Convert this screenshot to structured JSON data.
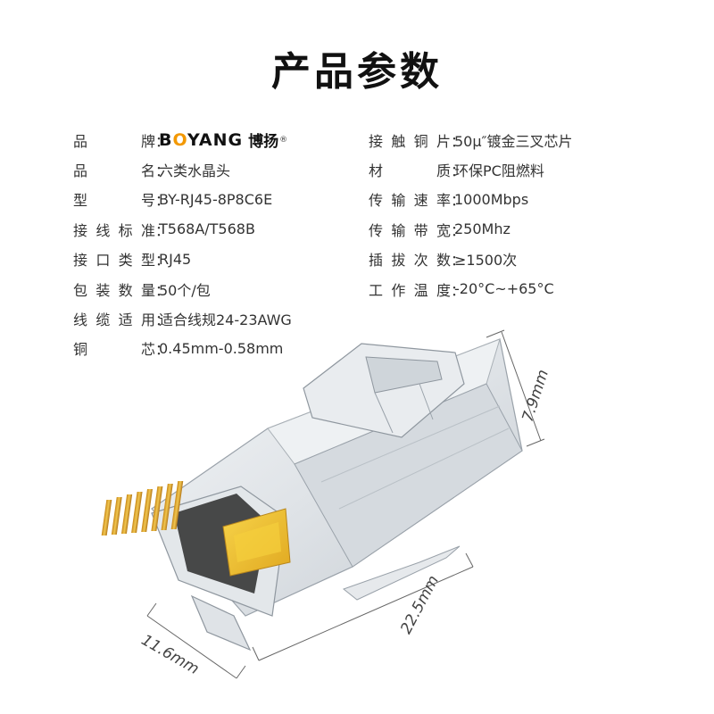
{
  "title": "产品参数",
  "brand": {
    "en_b": "B",
    "en_o": "O",
    "en_rest": "YANG",
    "cn": "博扬",
    "reg": "®"
  },
  "colon": "：",
  "specs_left": [
    {
      "label": "品牌",
      "value": ""
    },
    {
      "label": "品名",
      "value": "六类水晶头"
    },
    {
      "label": "型号",
      "value": "BY-RJ45-8P8C6E"
    },
    {
      "label": "接线标准",
      "value": "T568A/T568B"
    },
    {
      "label": "接口类型",
      "value": "RJ45"
    },
    {
      "label": "包装数量",
      "value": "50个/包"
    },
    {
      "label": "线缆适用",
      "value": "适合线规24-23AWG"
    },
    {
      "label": "铜芯",
      "value": "0.45mm-0.58mm"
    }
  ],
  "specs_right": [
    {
      "label": "接触铜片",
      "value": "50μ″镀金三叉芯片"
    },
    {
      "label": "材质",
      "value": "环保PC阻燃料"
    },
    {
      "label": "传输速率",
      "value": "1000Mbps"
    },
    {
      "label": "传输带宽",
      "value": "250Mhz"
    },
    {
      "label": "插拔次数",
      "value": "≥1500次"
    },
    {
      "label": "工作温度",
      "value": "-20°C~+65°C"
    }
  ],
  "dimensions": {
    "height": "7.9mm",
    "length": "22.5mm",
    "width": "11.6mm"
  },
  "colors": {
    "brand_accent": "#f39800",
    "contacts_gold": "#e8b83a"
  }
}
